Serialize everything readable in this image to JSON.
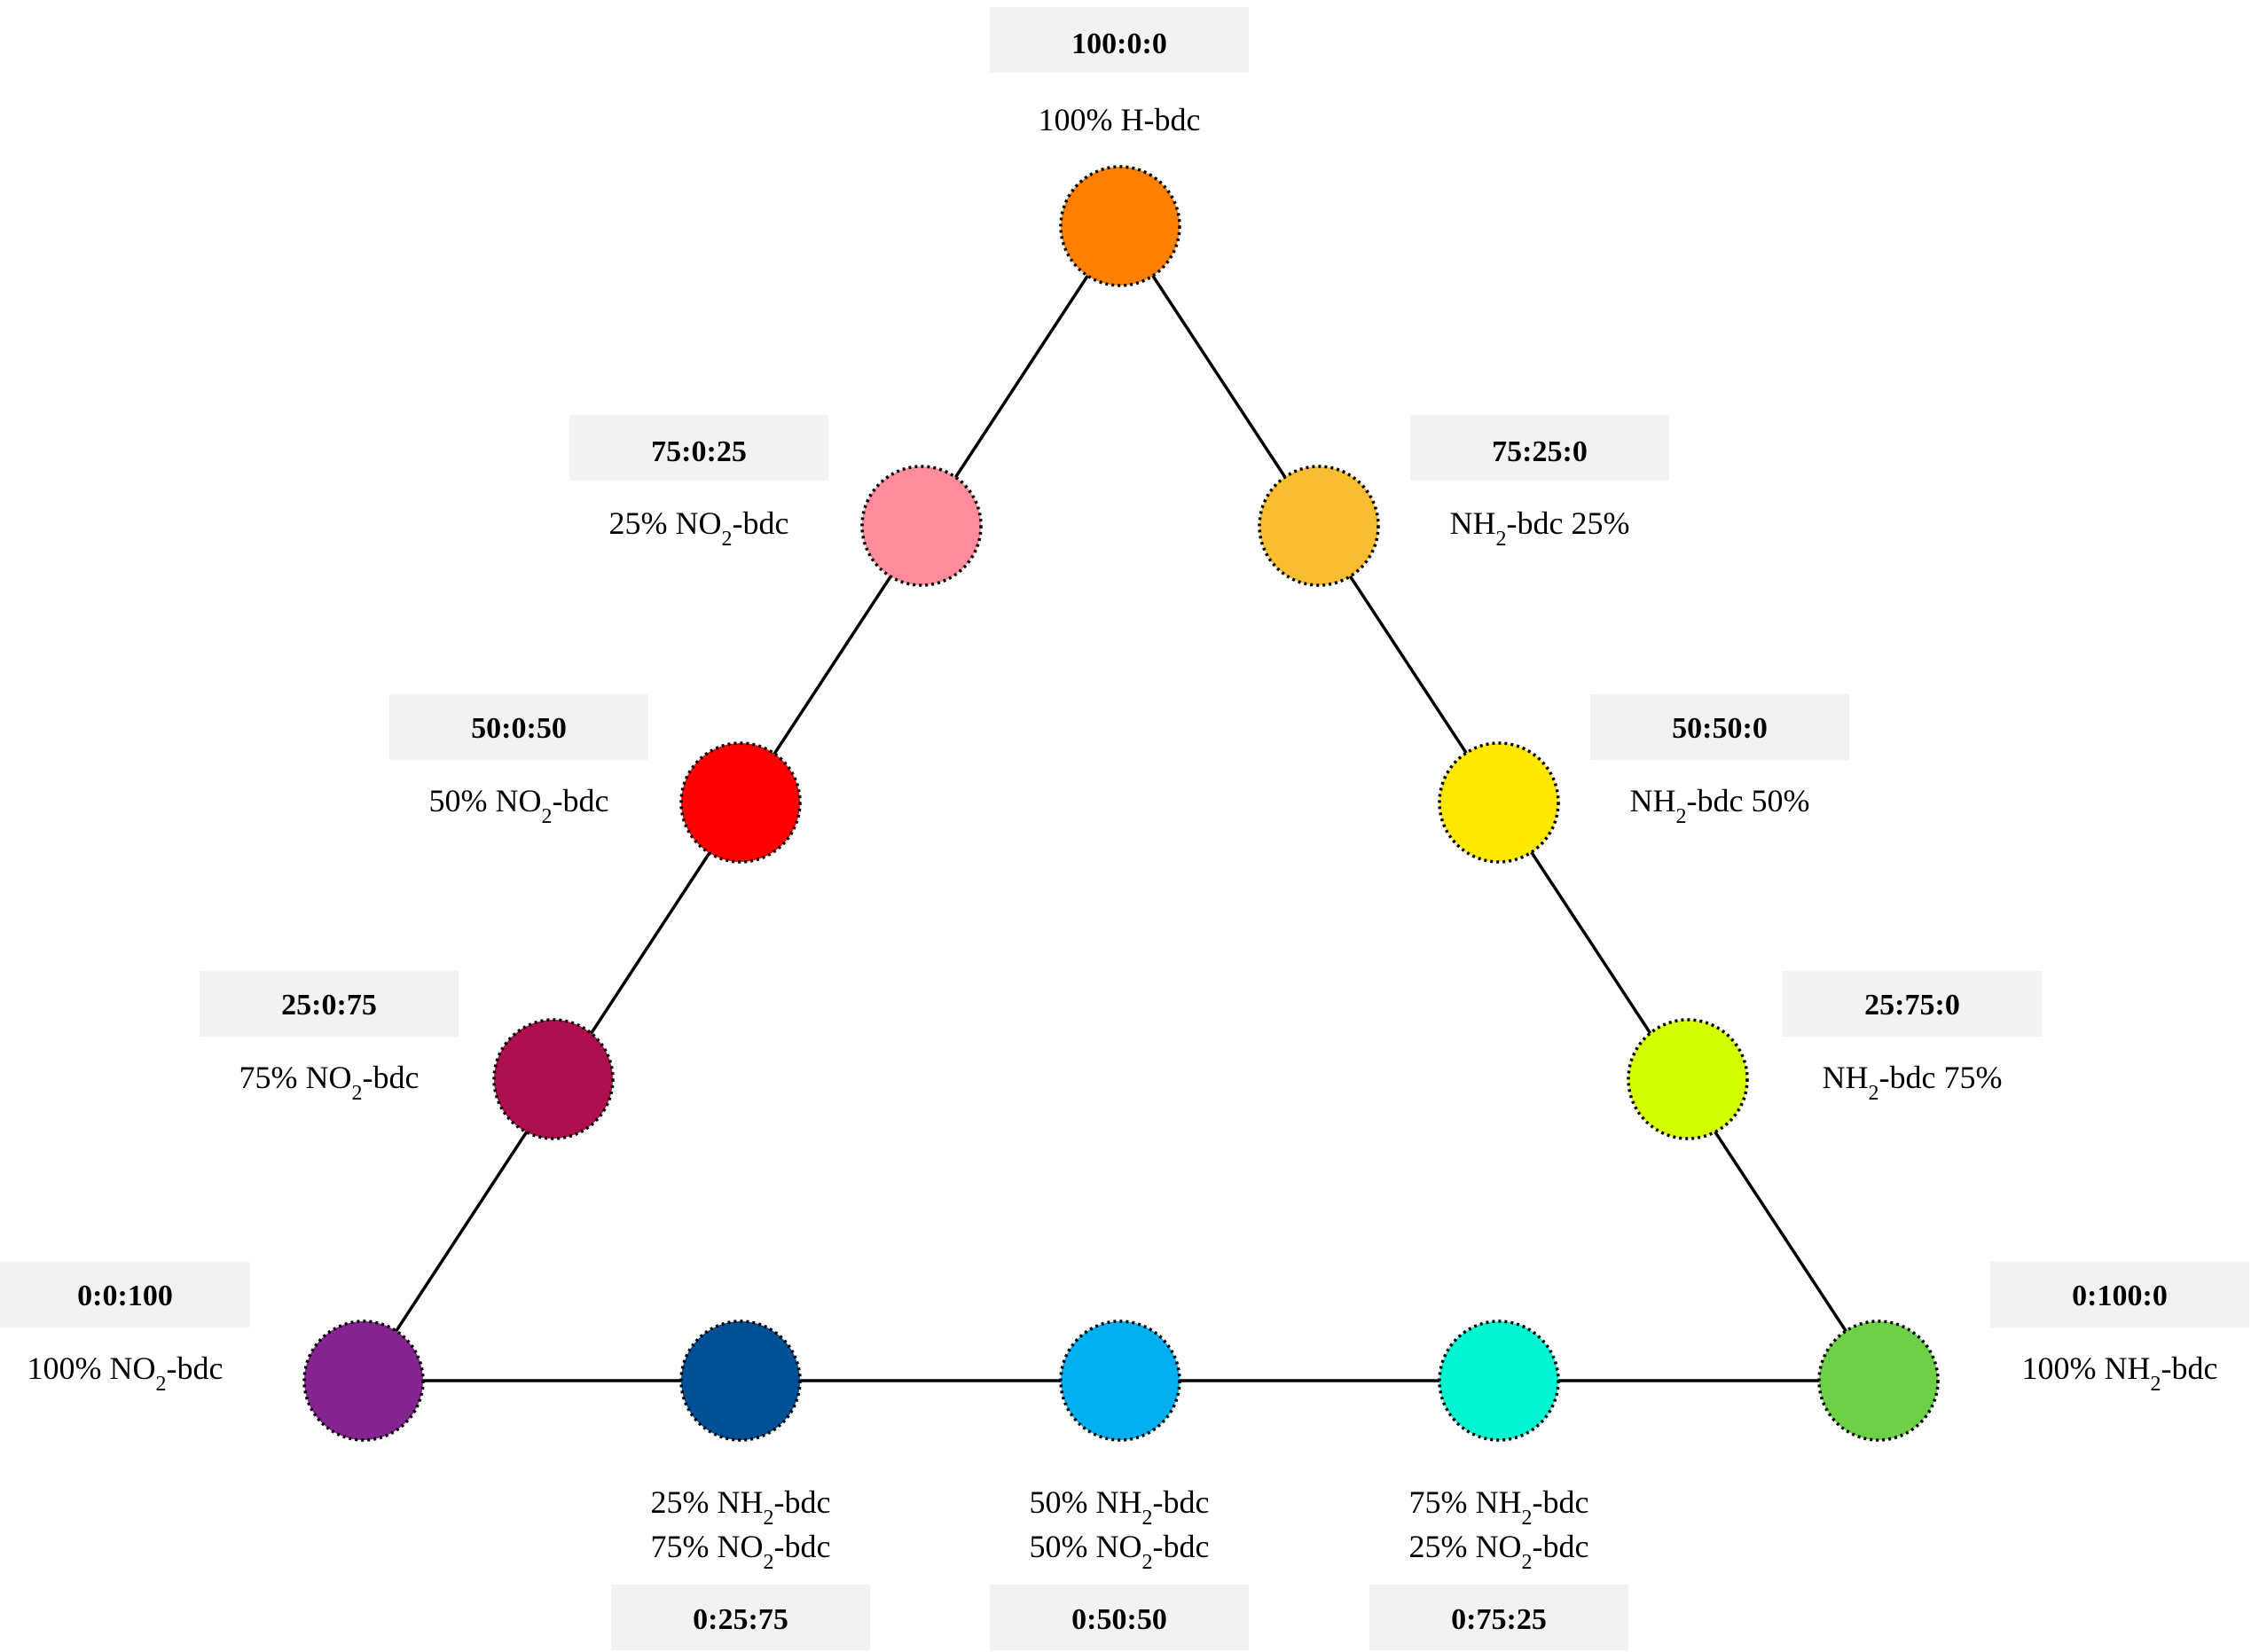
{
  "nodes": [
    {
      "id": "h100",
      "ratio": "100:0:0",
      "color": "#ff8000",
      "lines": [
        [
          {
            "t": "100% H-bdc"
          }
        ]
      ]
    },
    {
      "id": "h75-no25",
      "ratio": "75:0:25",
      "color": "#ff8c9c",
      "lines": [
        [
          {
            "t": "25% NO"
          },
          {
            "sub": "2"
          },
          {
            "t": "-bdc"
          }
        ]
      ]
    },
    {
      "id": "h50-no50",
      "ratio": "50:0:50",
      "color": "#ff0000",
      "lines": [
        [
          {
            "t": "50% NO"
          },
          {
            "sub": "2"
          },
          {
            "t": "-bdc"
          }
        ]
      ]
    },
    {
      "id": "h25-no75",
      "ratio": "25:0:75",
      "color": "#ad0f4f",
      "lines": [
        [
          {
            "t": "75% NO"
          },
          {
            "sub": "2"
          },
          {
            "t": "-bdc"
          }
        ]
      ]
    },
    {
      "id": "no100",
      "ratio": "0:0:100",
      "color": "#852490",
      "lines": [
        [
          {
            "t": "100% NO"
          },
          {
            "sub": "2"
          },
          {
            "t": "-bdc"
          }
        ]
      ]
    },
    {
      "id": "nh25-no75",
      "ratio": "0:25:75",
      "color": "#005096",
      "lines": [
        [
          {
            "t": "25% NH"
          },
          {
            "sub": "2"
          },
          {
            "t": "-bdc"
          }
        ],
        [
          {
            "t": "75% NO"
          },
          {
            "sub": "2"
          },
          {
            "t": "-bdc"
          }
        ]
      ]
    },
    {
      "id": "nh50-no50",
      "ratio": "0:50:50",
      "color": "#00aff0",
      "lines": [
        [
          {
            "t": "50% NH"
          },
          {
            "sub": "2"
          },
          {
            "t": "-bdc"
          }
        ],
        [
          {
            "t": "50% NO"
          },
          {
            "sub": "2"
          },
          {
            "t": "-bdc"
          }
        ]
      ]
    },
    {
      "id": "nh75-no25",
      "ratio": "0:75:25",
      "color": "#00f5d0",
      "lines": [
        [
          {
            "t": "75% NH"
          },
          {
            "sub": "2"
          },
          {
            "t": "-bdc"
          }
        ],
        [
          {
            "t": "25% NO"
          },
          {
            "sub": "2"
          },
          {
            "t": "-bdc"
          }
        ]
      ]
    },
    {
      "id": "nh100",
      "ratio": "0:100:0",
      "color": "#6dd048",
      "lines": [
        [
          {
            "t": "100% NH"
          },
          {
            "sub": "2"
          },
          {
            "t": "-bdc"
          }
        ]
      ]
    },
    {
      "id": "h25-nh75",
      "ratio": "25:75:0",
      "color": "#d4ff00",
      "lines": [
        [
          {
            "t": "NH"
          },
          {
            "sub": "2"
          },
          {
            "t": "-bdc 75%"
          }
        ]
      ]
    },
    {
      "id": "h50-nh50",
      "ratio": "50:50:0",
      "color": "#ffe800",
      "lines": [
        [
          {
            "t": "NH"
          },
          {
            "sub": "2"
          },
          {
            "t": "-bdc 50%"
          }
        ]
      ]
    },
    {
      "id": "h75-nh25",
      "ratio": "75:25:0",
      "color": "#f8bd30",
      "lines": [
        [
          {
            "t": "NH"
          },
          {
            "sub": "2"
          },
          {
            "t": "-bdc 25%"
          }
        ]
      ]
    }
  ]
}
